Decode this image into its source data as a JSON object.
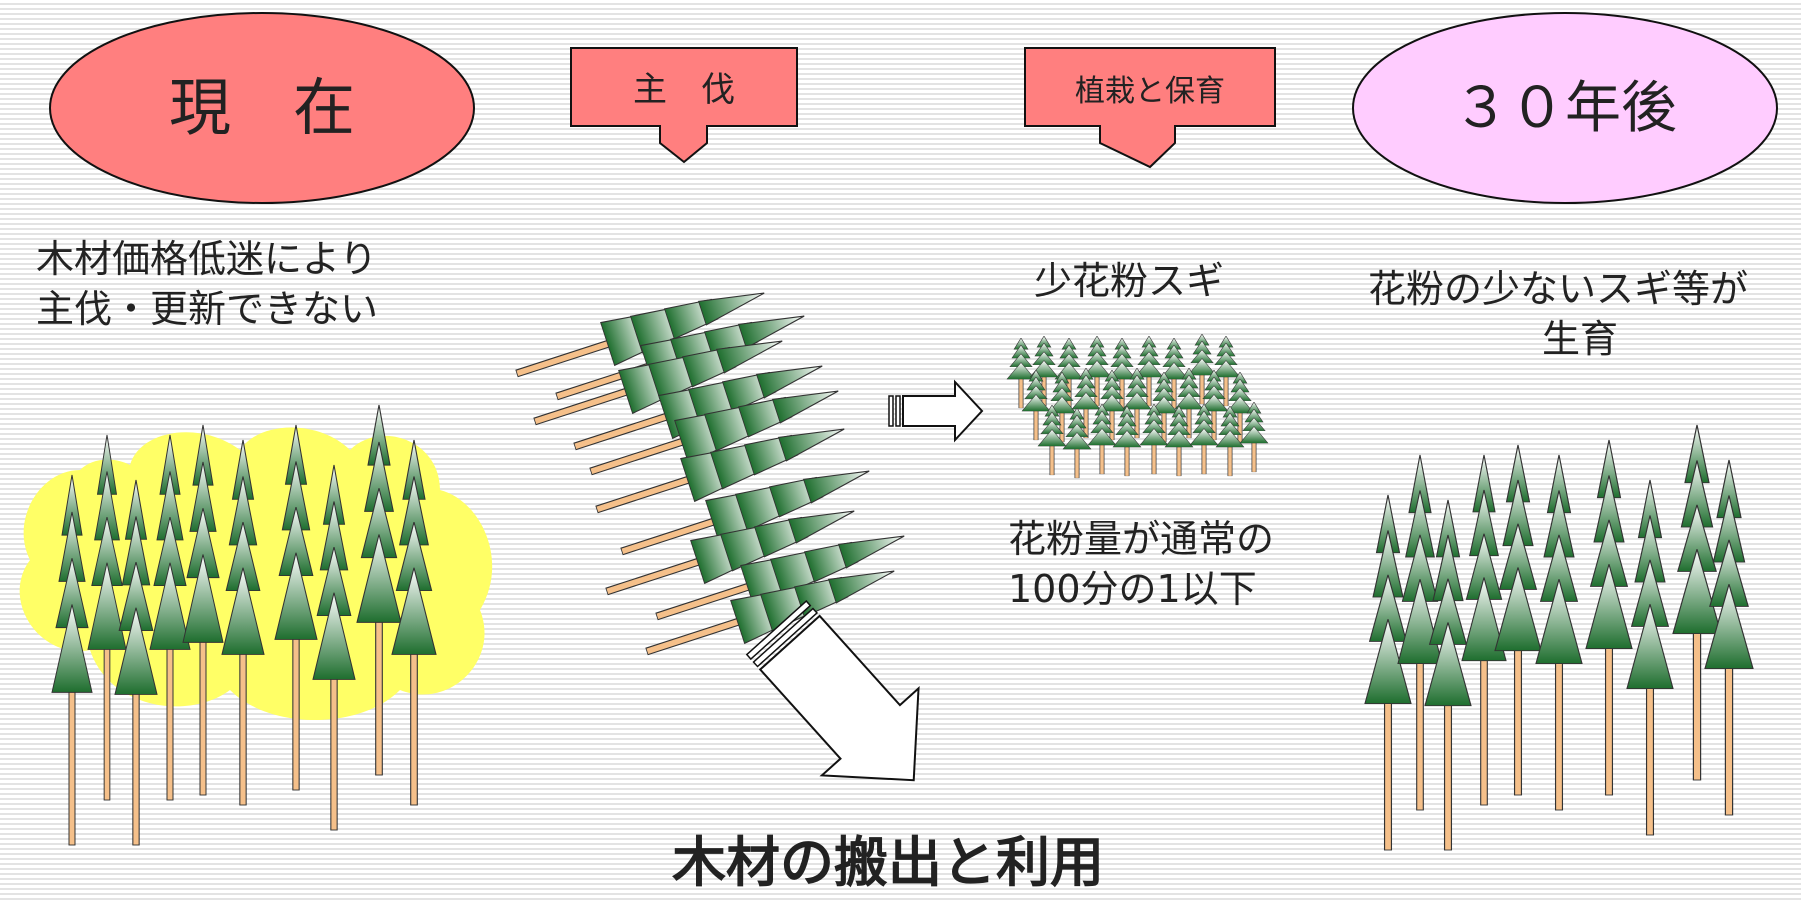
{
  "stages": {
    "current": "現　在",
    "harvest": "主　伐",
    "planting": "植栽と保育",
    "future": "３０年後"
  },
  "captions": {
    "current_line1": "木材価格低迷により",
    "current_line2": "主伐・更新できない",
    "cedar": "少花粉スギ",
    "pollen_line1": "花粉量が通常の",
    "pollen_line2": "100分の1以下",
    "future_line1": "花粉の少ないスギ等が",
    "future_line2": "生育",
    "bottom": "木材の搬出と利用"
  },
  "colors": {
    "current_oval": "#ff7f7f",
    "future_oval": "#ffccff",
    "stage_box": "#ff7f7f",
    "pollen_cloud": "#ffff66",
    "tree_dark": "#1e6e2e",
    "trunk": "#f5c08a"
  },
  "icons": [
    "conifer-tree-icon",
    "felled-log-icon",
    "right-arrow-icon",
    "down-arrow-icon"
  ]
}
